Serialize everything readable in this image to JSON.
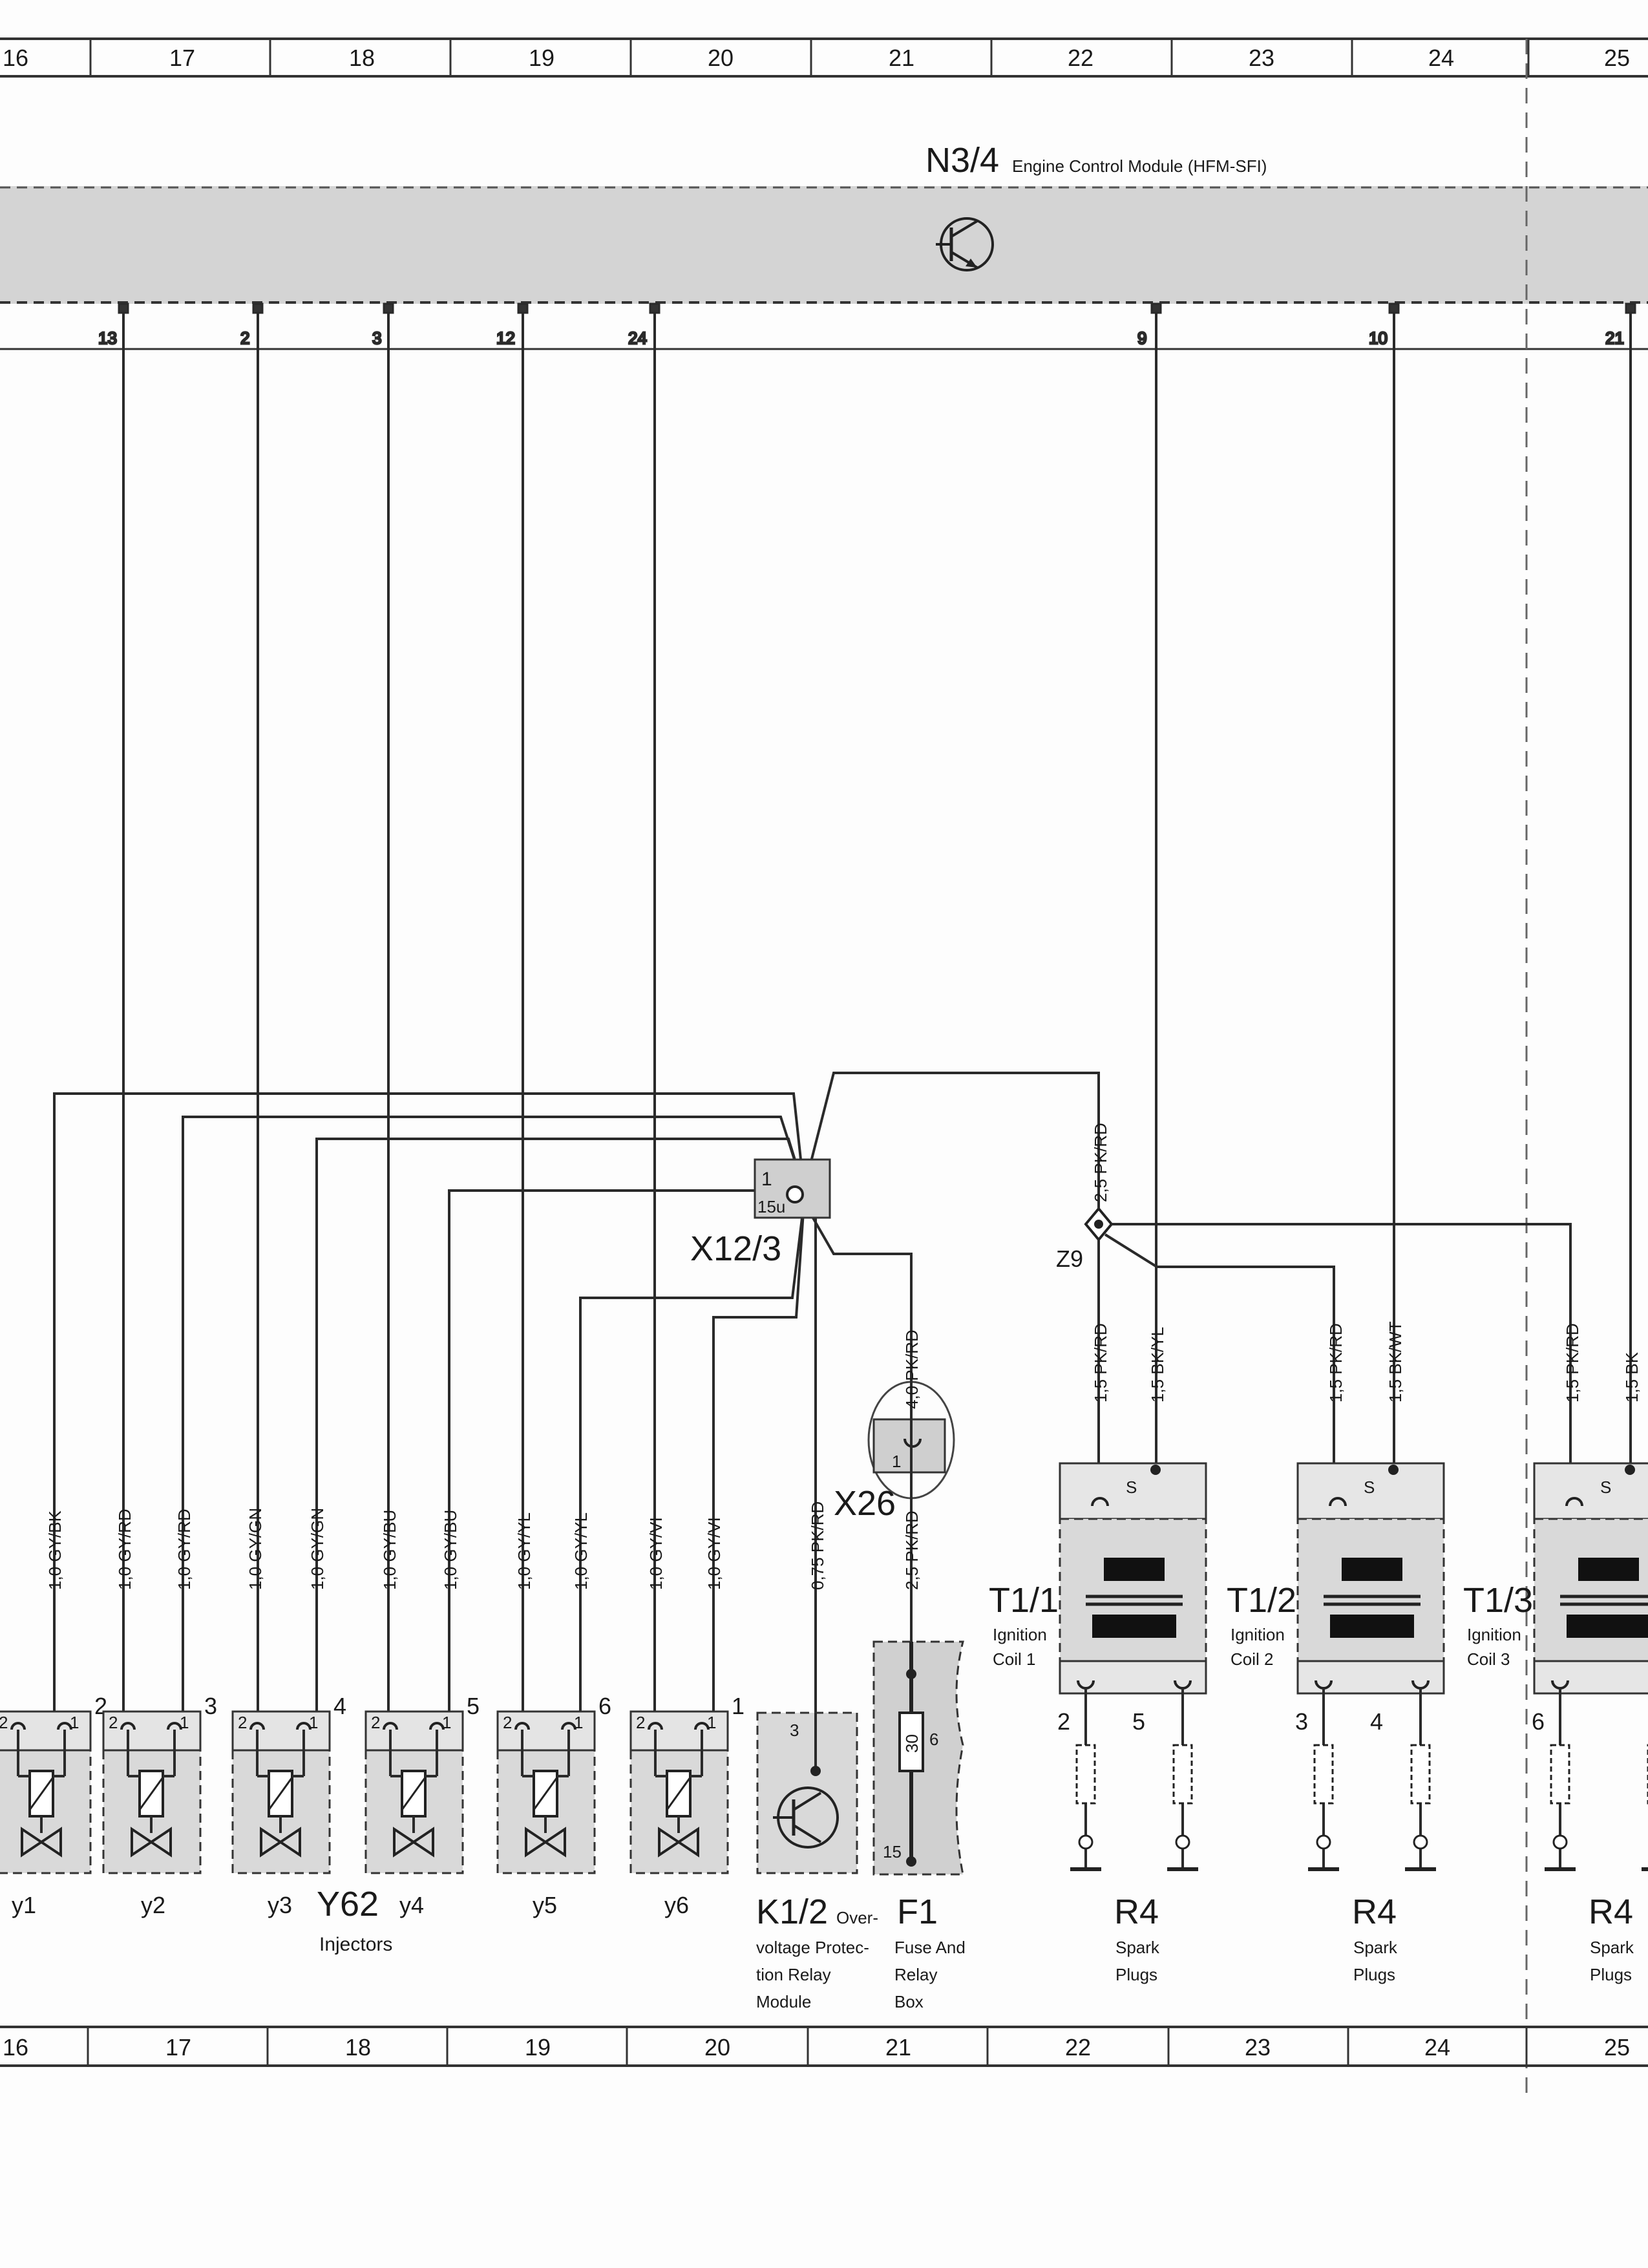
{
  "grid": {
    "top": [
      "16",
      "17",
      "18",
      "19",
      "20",
      "21",
      "22",
      "23",
      "24",
      "25"
    ],
    "bottom": [
      "16",
      "17",
      "18",
      "19",
      "20",
      "21",
      "22",
      "23",
      "24",
      "25"
    ]
  },
  "ecm": {
    "ref": "N3/4",
    "name": "Engine Control Module (HFM-SFI)",
    "pins": [
      "13",
      "2",
      "3",
      "12",
      "24",
      "9",
      "10",
      "21"
    ]
  },
  "wires": {
    "w1": "1,0 GY/BK",
    "w2a": "1,0 GY/RD",
    "w2b": "1,0 GY/RD",
    "w3a": "1,0 GY/GN",
    "w3b": "1,0 GY/GN",
    "w4a": "1,0 GY/BU",
    "w4b": "1,0 GY/BU",
    "w5a": "1,0 GY/YL",
    "w5b": "1,0 GY/YL",
    "w6a": "1,0 GY/VI",
    "w6b": "1,0 GY/VI",
    "k12": "0,75 PK/RD",
    "f1a": "4,0 PK/RD",
    "f1b": "2,5 PK/RD",
    "z9in": "2,5 PK/RD",
    "c1p": "1,5 PK/RD",
    "c1s": "1,5 BK/YL",
    "c2p": "1,5 PK/RD",
    "c2s": "1,5 BK/WT",
    "c3p": "1,5 PK/RD",
    "c3s": "1,5 BK"
  },
  "connectors": {
    "x12": "X12/3",
    "x12pin1": "1",
    "x12pin2": "15u",
    "x26": "X26",
    "x26pin": "1",
    "z9": "Z9"
  },
  "injectors": {
    "group_ref": "Y62",
    "group_name": "Injectors",
    "items": [
      {
        "label": "y1",
        "num": "2"
      },
      {
        "label": "y2",
        "num": "3"
      },
      {
        "label": "y3",
        "num": "4"
      },
      {
        "label": "y4",
        "num": "5"
      },
      {
        "label": "y5",
        "num": "6"
      },
      {
        "label": "y6",
        "num": "1"
      }
    ],
    "pin_left": "2",
    "pin_right": "1"
  },
  "relay": {
    "ref": "K1/2",
    "name_line1": "Over-",
    "name_line2": "voltage Protec-",
    "name_line3": "tion Relay",
    "name_line4": "Module",
    "pin": "3"
  },
  "fuse": {
    "ref": "F1",
    "name_line1": "Fuse And",
    "name_line2": "Relay",
    "name_line3": "Box",
    "pin_top": "6",
    "pin_bottom": "15",
    "mark": "30"
  },
  "coils": [
    {
      "ref": "T1/1",
      "line1": "Ignition",
      "line2": "Coil 1",
      "s": "S",
      "a": "2",
      "b": "5"
    },
    {
      "ref": "T1/2",
      "line1": "Ignition",
      "line2": "Coil 2",
      "s": "S",
      "a": "3",
      "b": "4"
    },
    {
      "ref": "T1/3",
      "line1": "Ignition",
      "line2": "Coil 3",
      "s": "S",
      "a": "6",
      "b": ""
    }
  ],
  "plugs": [
    {
      "ref": "R4",
      "line1": "Spark",
      "line2": "Plugs"
    },
    {
      "ref": "R4",
      "line1": "Spark",
      "line2": "Plugs"
    },
    {
      "ref": "R4",
      "line1": "Spark",
      "line2": "Plugs"
    }
  ]
}
